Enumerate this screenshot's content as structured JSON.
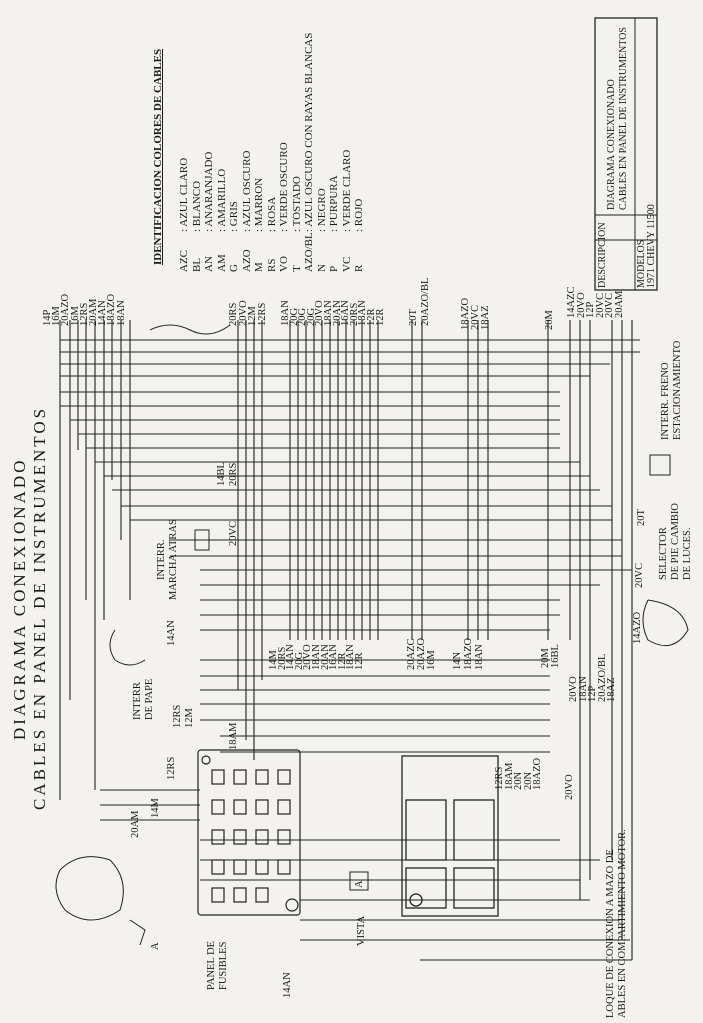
{
  "title": {
    "line1": "DIAGRAMA CONEXIONADO",
    "line2": "CABLES EN PANEL DE INSTRUMENTOS"
  },
  "legend": {
    "heading": "IDENTIFICACION COLORES DE CABLES",
    "rows": [
      {
        "code": "AZC",
        "desc": "AZUL CLARO"
      },
      {
        "code": "BL",
        "desc": "BLANCO"
      },
      {
        "code": "AN",
        "desc": "ANARANJADO"
      },
      {
        "code": "AM",
        "desc": "AMARILLO"
      },
      {
        "code": "G",
        "desc": "GRIS"
      },
      {
        "code": "AZO",
        "desc": "AZUL OSCURO"
      },
      {
        "code": "M",
        "desc": "MARRON"
      },
      {
        "code": "RS",
        "desc": "ROSA"
      },
      {
        "code": "VO",
        "desc": "VERDE OSCURO"
      },
      {
        "code": "T",
        "desc": "TOSTADO"
      },
      {
        "code": "AZO/BL",
        "desc": "AZUL OSCURO CON RAYAS BLANCAS"
      },
      {
        "code": "N",
        "desc": "NEGRO"
      },
      {
        "code": "P",
        "desc": "PURPURA"
      },
      {
        "code": "VC",
        "desc": "VERDE CLARO"
      },
      {
        "code": "R",
        "desc": "ROJO"
      }
    ]
  },
  "titleblock": {
    "desc_label": "DESCRIPCION",
    "desc_line1": "DIAGRAMA CONEXIONADO",
    "desc_line2": "CABLES EN PANEL DE INSTRUMENTOS",
    "model_label": "MODELOS",
    "model_value": "1971 CHEVY 11500"
  },
  "components": {
    "interr_freno_1": "INTERR. FRENO",
    "interr_freno_2": "ESTACIONAMIENTO",
    "selector_1": "SELECTOR",
    "selector_2": "DE PIE CAMBIO",
    "selector_3": "DE LUCES.",
    "marcha_1": "INTERR.",
    "marcha_2": "MARCHA ATRAS",
    "pape_1": "INTERR",
    "pape_2": "DE PAPE",
    "panel_1": "PANEL DE",
    "panel_2": "FUSIBLES",
    "vista": "VISTA",
    "vista_box": "A",
    "arrow_a": "A",
    "bloque_1": "LOQUE DE CONEXION A MAZO DE",
    "bloque_2": "ABLES EN COMPARTIMIENTO MOTOR."
  },
  "wire_labels": {
    "top_group": [
      "14P",
      "16M",
      "20AZO",
      "16M",
      "12RS",
      "20AM",
      "14AN",
      "18AZO",
      "18AN"
    ],
    "rs_group": [
      "20RS",
      "20VO",
      "12M",
      "12RS"
    ],
    "an_group": [
      "18AN",
      "20G",
      "20G",
      "20G",
      "20VO",
      "18AN",
      "20AN",
      "16AN",
      "20RS",
      "18AN",
      "12R",
      "12R"
    ],
    "t_group": [
      "20T",
      "20AZO/BL"
    ],
    "azo_group": [
      "18AZO",
      "20VC",
      "18AZ"
    ],
    "m_single": "20M",
    "right_group": [
      "14AZC",
      "20VO",
      "12P",
      "20VC",
      "20VC",
      "20AM"
    ],
    "bl_group": [
      "14BL",
      "20RS"
    ],
    "vc_single": "20VC",
    "t_single": "20T",
    "vc_mid": "20VC",
    "azo_mid": "14AZO",
    "an_mid": "14AN",
    "mid_group": [
      "14M",
      "20RS",
      "14AN",
      "20G",
      "20VO",
      "18AN",
      "20AN",
      "16AN",
      "12R",
      "18AN",
      "12R"
    ],
    "azc_group": [
      "20AZC",
      "20AZO",
      "16M"
    ],
    "n_group": [
      "14N",
      "18AZO",
      "18AN"
    ],
    "bl16_group": [
      "20M",
      "16BL"
    ],
    "vo_group": [
      "20VO",
      "18AN",
      "12P",
      "20AZO/BL",
      "18AZ"
    ],
    "rs_left": [
      "12RS",
      "12M"
    ],
    "am18": "18AM",
    "rs12_low": "12RS",
    "m14_low": "14M",
    "am20_low": "20AM",
    "low_group": [
      "12RS",
      "18AM",
      "20N",
      "20N",
      "18AZO"
    ],
    "vo20_low": "20VO",
    "an14_bottom": "14AN"
  },
  "colors": {
    "ink": "#1c1c1c",
    "paper": "#f3f2ee"
  }
}
